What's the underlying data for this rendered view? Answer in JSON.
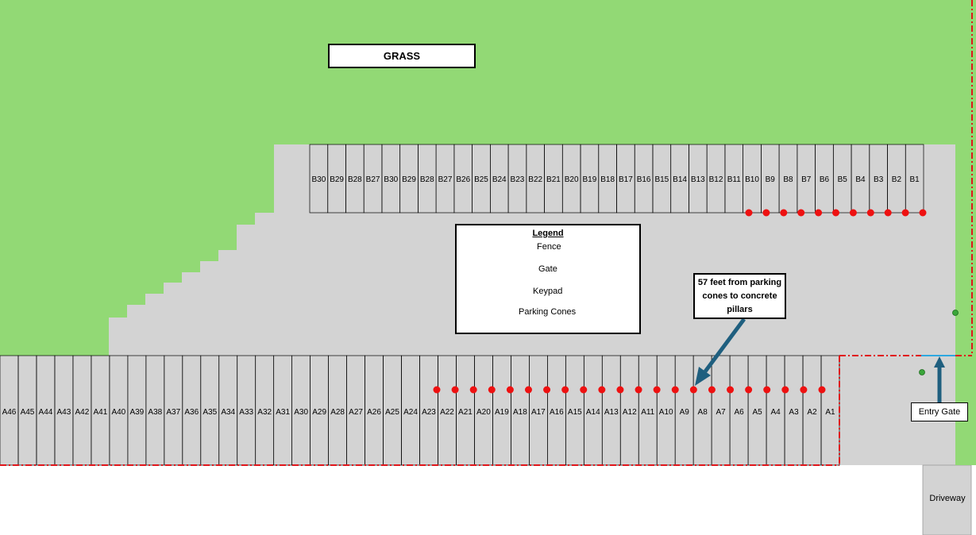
{
  "title": "",
  "colors": {
    "grass": "#92d975",
    "pavement": "#d3d3d3",
    "fence": "#e0161b",
    "gate": "#2ea8e0",
    "keypad": "#3aa63a",
    "cone": "#ee1111",
    "arrow": "#1f5f7f"
  },
  "grass_label": "GRASS",
  "legend": {
    "title": "Legend",
    "fence": "Fence",
    "gate": "Gate",
    "keypad": "Keypad",
    "cones": "Parking Cones"
  },
  "callout": "57 feet from parking cones to concrete pillars",
  "entry_gate": "Entry Gate",
  "driveway": "Driveway",
  "row_b_labels": [
    "B30",
    "B29",
    "B28",
    "B27",
    "B30",
    "B29",
    "B28",
    "B27",
    "B26",
    "B25",
    "B24",
    "B23",
    "B22",
    "B21",
    "B20",
    "B19",
    "B18",
    "B17",
    "B16",
    "B15",
    "B14",
    "B13",
    "B12",
    "B11",
    "B10",
    "B9",
    "B8",
    "B7",
    "B6",
    "B5",
    "B4",
    "B3",
    "B2",
    "B1"
  ],
  "row_a_labels": [
    "A46",
    "A45",
    "A44",
    "A43",
    "A42",
    "A41",
    "A40",
    "A39",
    "A38",
    "A37",
    "A36",
    "A35",
    "A34",
    "A33",
    "A32",
    "A31",
    "A30",
    "A29",
    "A28",
    "A27",
    "A26",
    "A25",
    "A24",
    "A23",
    "A22",
    "A21",
    "A20",
    "A19",
    "A18",
    "A17",
    "A16",
    "A15",
    "A14",
    "A13",
    "A12",
    "A11",
    "A10",
    "A9",
    "A8",
    "A7",
    "A6",
    "A5",
    "A4",
    "A3",
    "A2",
    "A1"
  ],
  "row_b_cone_count": 11,
  "row_a_cone_count": 22
}
